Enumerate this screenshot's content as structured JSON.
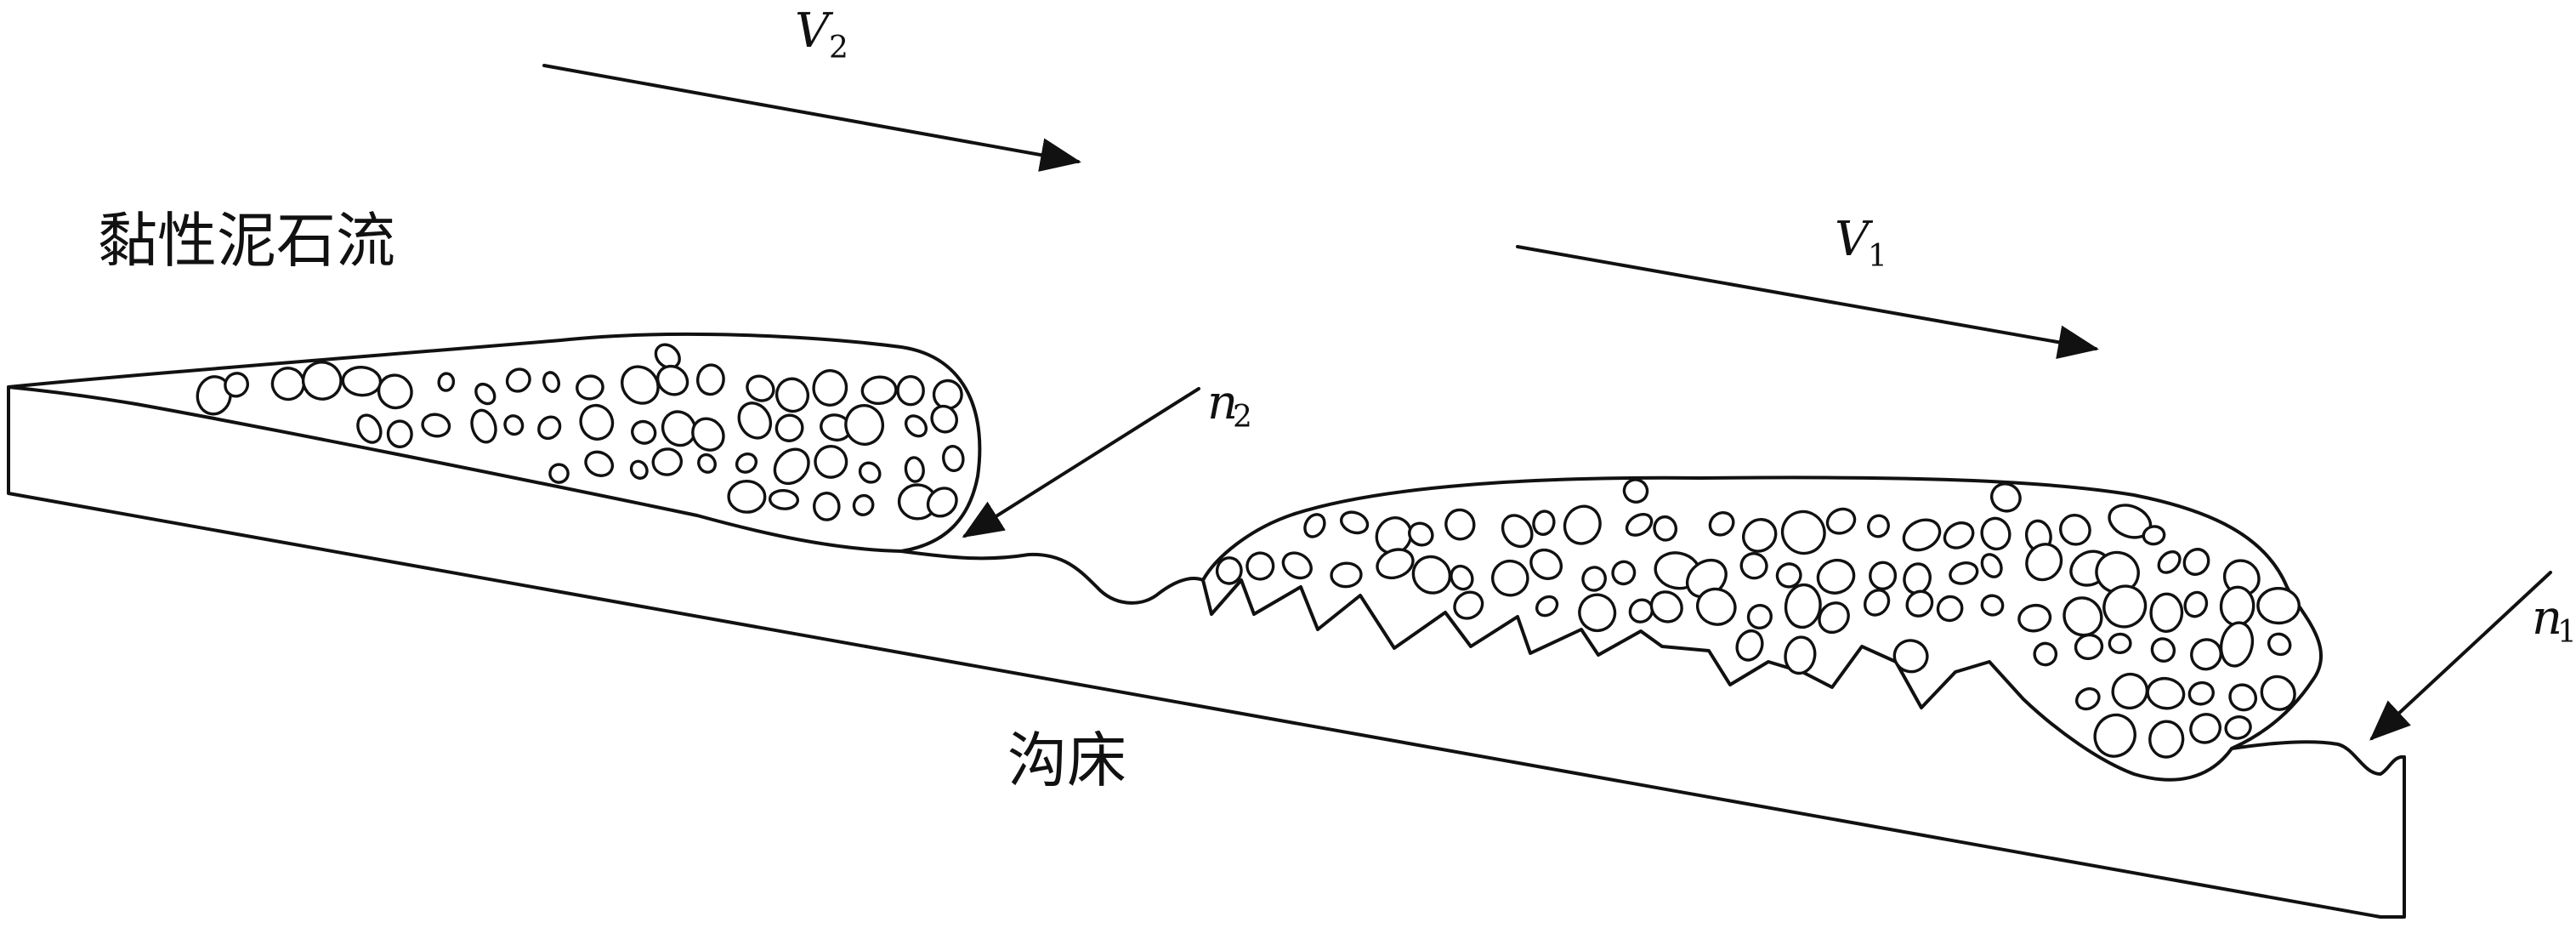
{
  "labels": {
    "flow_type": "黏性泥石流",
    "channel_bed": "沟床",
    "v2_symbol": "V",
    "v2_subscript": "2",
    "v1_symbol": "V",
    "v1_subscript": "1",
    "n2_symbol": "n",
    "n2_subscript": "2",
    "n1_symbol": "n",
    "n1_subscript": "1"
  },
  "colors": {
    "ink": "#111111",
    "background": "#ffffff"
  }
}
